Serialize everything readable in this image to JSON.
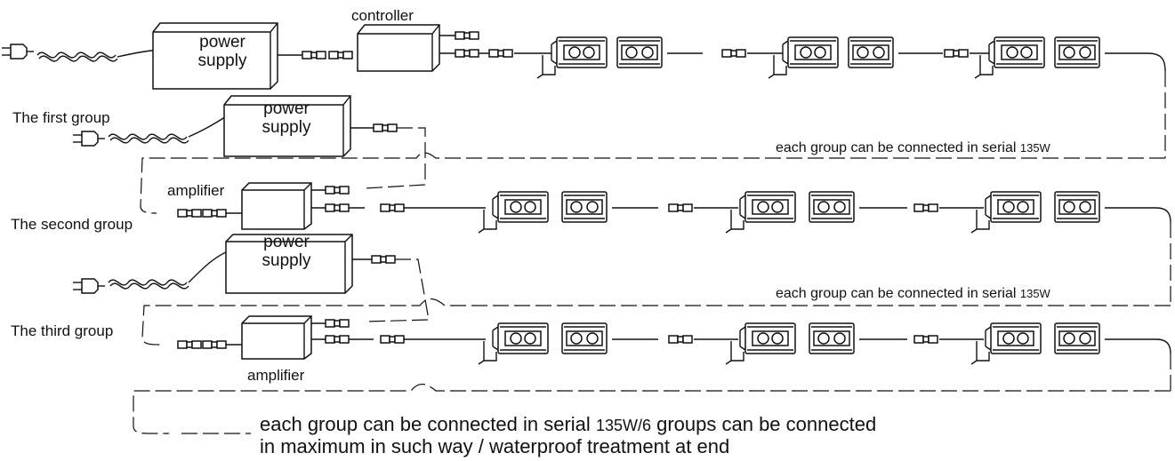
{
  "labels": {
    "power_supply": "power\nsupply",
    "controller": "controller",
    "amplifier": "amplifier",
    "first_group": "The first group",
    "second_group": "The second group",
    "third_group": "The third group",
    "serial_note": "each group can be connected in serial",
    "serial_watt": "135W"
  },
  "footer": {
    "line1_prefix": "each group can be connected in serial",
    "line1_watt": "135W/6",
    "line1_suffix": "groups can be connected",
    "line2": "in maximum in such way / waterproof treatment at end"
  },
  "colors": {
    "ink": "#111111",
    "background": "#ffffff"
  }
}
